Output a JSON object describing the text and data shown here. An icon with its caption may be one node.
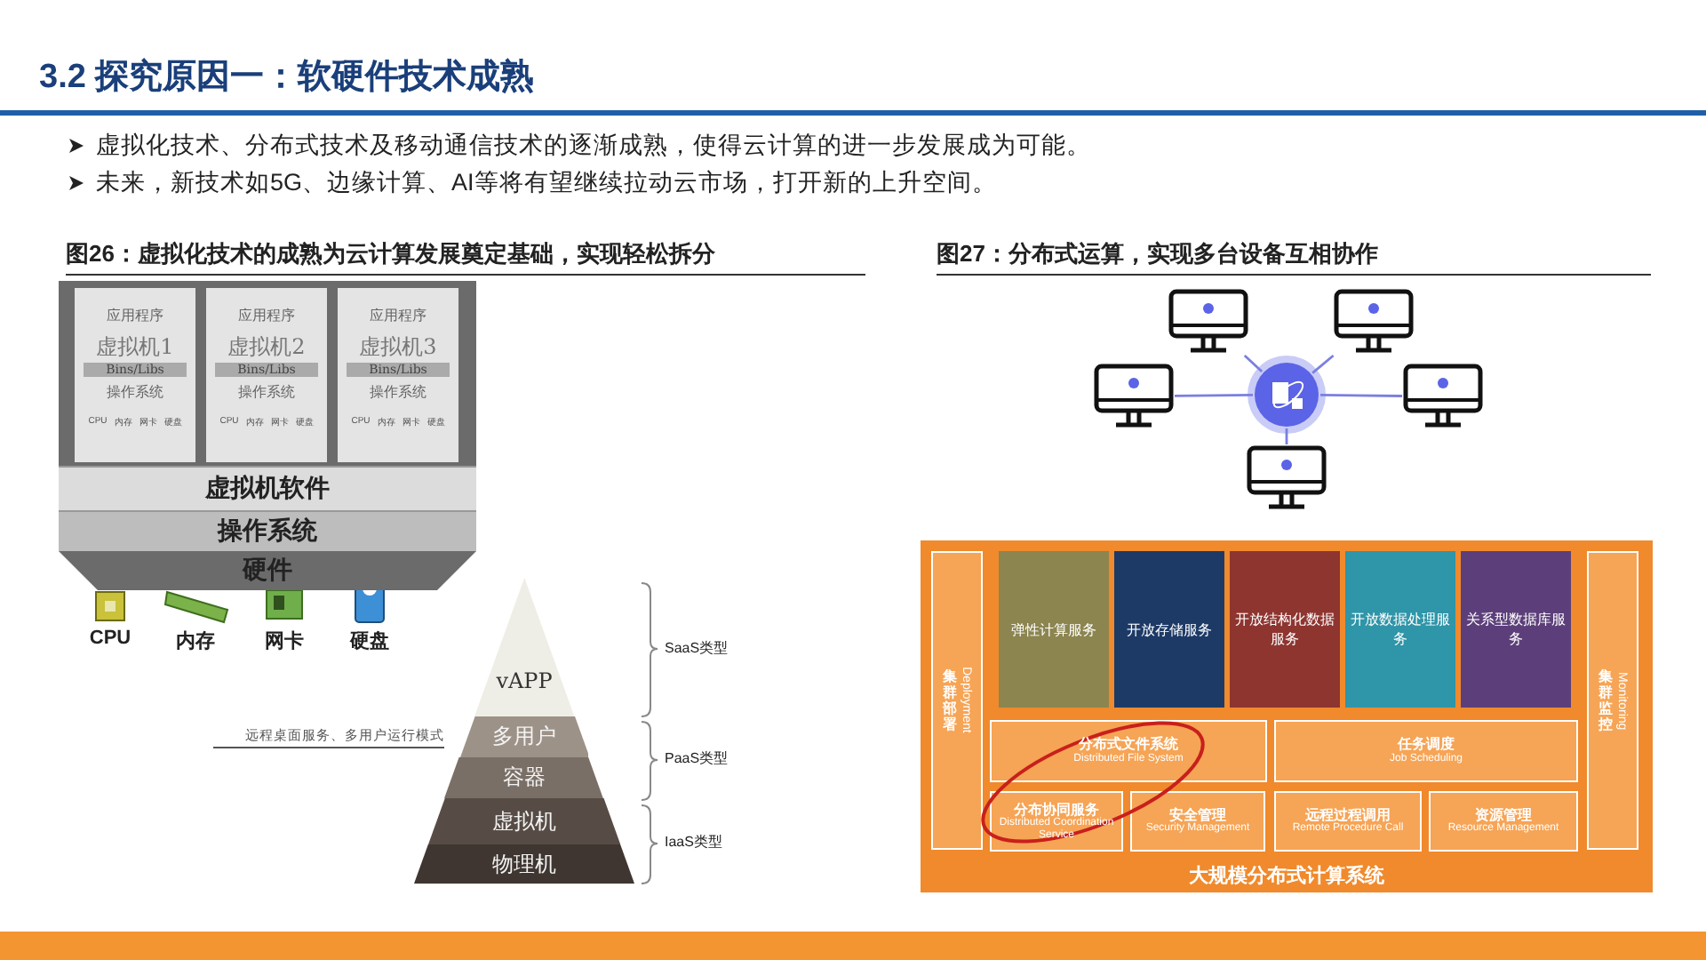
{
  "diagram": {
    "title": "3.2 探究原因一：软硬件技术成熟",
    "nodes": [
      {
        "text": [
          "应用程序",
          "虚拟机1",
          "Bins/Libs",
          "操作系统",
          "CPU",
          "内存",
          "网卡",
          "硬盘"
        ]
      },
      {
        "text": [
          "应用程序",
          "虚拟机2",
          "Bins/Libs",
          "操作系统",
          "CPU",
          "内存",
          "网卡",
          "硬盘"
        ]
      },
      {
        "text": [
          "应用程序",
          "虚拟机3",
          "Bins/Libs",
          "操作系统",
          "CPU",
          "内存",
          "网卡",
          "硬盘"
        ]
      },
      {
        "text": [
          "虚拟机软件"
        ]
      },
      {
        "text": [
          "操作系统"
        ]
      },
      {
        "text": [
          "硬件"
        ]
      },
      {
        "text": [
          "vAPP"
        ]
      },
      {
        "text": [
          "多用户"
        ]
      },
      {
        "text": [
          "容器"
        ]
      },
      {
        "text": [
          "虚拟机"
        ]
      },
      {
        "text": [
          "物理机"
        ]
      },
      {
        "text": [],
        "shape": "circle"
      },
      {
        "text": [],
        "shape": "picture"
      },
      {
        "text": [],
        "shape": "picture"
      },
      {
        "text": [],
        "shape": "picture"
      },
      {
        "text": [],
        "shape": "picture"
      },
      {
        "text": [],
        "shape": "picture"
      },
      {
        "text": [
          "大规模分布式计算系统"
        ]
      },
      {
        "text": [
          "集群部署",
          "Deployment"
        ],
        "in": 17
      },
      {
        "text": [
          "弹性计算服务"
        ],
        "in": 17
      },
      {
        "text": [
          "开放存储服务"
        ],
        "in": 17
      },
      {
        "text": [
          "开放结构化数据服务"
        ],
        "in": 17
      },
      {
        "text": [
          "开放数据处理服务"
        ],
        "in": 17
      },
      {
        "text": [
          "关系型数据库服务"
        ],
        "in": 17
      },
      {
        "text": [
          "分布式文件系统",
          "Distributed File System"
        ],
        "in": 17
      },
      {
        "text": [
          "任务调度",
          "Job Scheduling"
        ],
        "in": 17
      },
      {
        "text": [
          "分布协同服务",
          "Distributed Coordination Service"
        ],
        "in": 17
      },
      {
        "text": [
          "安全管理",
          "Security Management"
        ],
        "in": 17
      },
      {
        "text": [
          "远程过程调用",
          "Remote Procedure Call"
        ],
        "in": 17
      },
      {
        "text": [
          "资源管理",
          "Resource Management"
        ],
        "in": 17
      },
      {
        "text": [
          "集群监控",
          "Monitoring"
        ],
        "in": 17
      }
    ],
    "edges": [
      {
        "from": 11,
        "to": 12,
        "arrow": "none"
      },
      {
        "from": 11,
        "to": 13,
        "arrow": "none"
      },
      {
        "from": 11,
        "to": 14,
        "arrow": "none"
      },
      {
        "from": 11,
        "to": 15,
        "arrow": "none"
      },
      {
        "from": 11,
        "to": 16,
        "arrow": "none"
      }
    ],
    "labels": [
      "虚拟化技术、分布式技术及移动通信技术的逐渐成熟，使得云计算的进一步发展成为可能。",
      "未来，新技术如5G、边缘计算、AI等将有望继续拉动云市场，打开新的上升空间。",
      "图26：虚拟化技术的成熟为云计算发展奠定基础，实现轻松拆分",
      "图27：分布式运算，实现多台设备互相协作",
      "CPU",
      "内存",
      "网卡",
      "硬盘",
      "远程桌面服务、多用户运行模式",
      "SaaS类型",
      "PaaS类型",
      "IaaS类型"
    ]
  }
}
